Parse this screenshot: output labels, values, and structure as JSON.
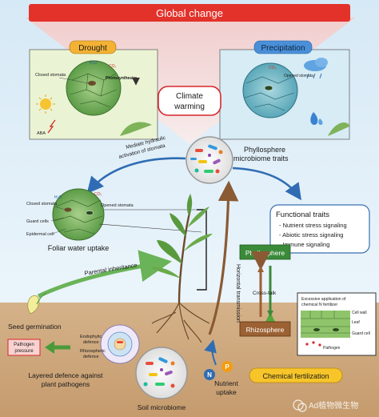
{
  "header": {
    "title": "Global change"
  },
  "panels": {
    "drought": {
      "title": "Drought",
      "closed_stomata": "Closed stomata",
      "h2o": "H₂O",
      "co2": "CO₂",
      "photosynthesis": "Photosynthesis",
      "aba": "ABA"
    },
    "precipitation": {
      "title": "Precipitation",
      "co2": "CO₂",
      "opened_stomata": "Opened stomata"
    }
  },
  "climate": {
    "line1": "Climate",
    "line2": "warming"
  },
  "phyllosphere": {
    "line1": "Phyllosphere",
    "line2": "microbiome traits",
    "mediate_line1": "Mediate hydraulic",
    "mediate_line2": "activation of stomata"
  },
  "leaf_panel": {
    "h2o": "H₂O",
    "co2": "CO₂",
    "closed_stomata": "Closed stomata",
    "opened_stomata": "Opened stomata",
    "guard_cells": "Guard cells",
    "epidermal_cell": "Epidermal cell",
    "foliar_water_uptake": "Foliar water uptake"
  },
  "functional": {
    "title": "Functional traits",
    "items": [
      "- Nutrient stress signaling",
      "- Abiotic stress signaling",
      "- Immune signaling"
    ]
  },
  "inheritance": "Parental inheritance",
  "horizontal": "Horizontal transmission",
  "phyllosphere_box": "Phyllosphere",
  "crosstalk": "Cross-talk",
  "rhizosphere_box": "Rhizosphere",
  "fertilizer_panel": {
    "title_line1": "Excessive application of",
    "title_line2": "chemical N fertilizer",
    "cell_wall": "Cell wall",
    "leaf": "Leaf",
    "guard_cell": "Guard cell",
    "pathogen": "Pathogen"
  },
  "chemical_fert": "Chemical fertilization",
  "seed": {
    "germination": "Seed germination",
    "endophytic_line1": "Endophytic",
    "endophytic_line2": "defence",
    "rhizospheric_line1": "Rhizospheric",
    "rhizospheric_line2": "defence",
    "pathogen_line1": "Pathogen",
    "pathogen_line2": "pressure",
    "layered_line1": "Layered defence against",
    "layered_line2": "plant pathogens"
  },
  "soil": {
    "microbiome": "Soil microbiome"
  },
  "nutrient": {
    "n": "N",
    "p": "P",
    "line1": "Nutrient",
    "line2": "uptake"
  },
  "watermark": "Ad植物微生物",
  "colors": {
    "title_bar": "#e3322a",
    "header_grad_top": "#f6cfcd",
    "header_grad_bottom": "#fdf3f2",
    "sky_top": "#dfeef8",
    "sky_bottom": "#f2f8fc",
    "soil": "#c9a47a",
    "drought_tag": "#f3b233",
    "precip_tag": "#4a90d9",
    "climate_border": "#d8262b",
    "func_border": "#3a6fb0",
    "green_box": "#3b8a3a",
    "brown_box": "#9c6133",
    "fert_border": "#333333",
    "fert_tag": "#f7c52a"
  }
}
